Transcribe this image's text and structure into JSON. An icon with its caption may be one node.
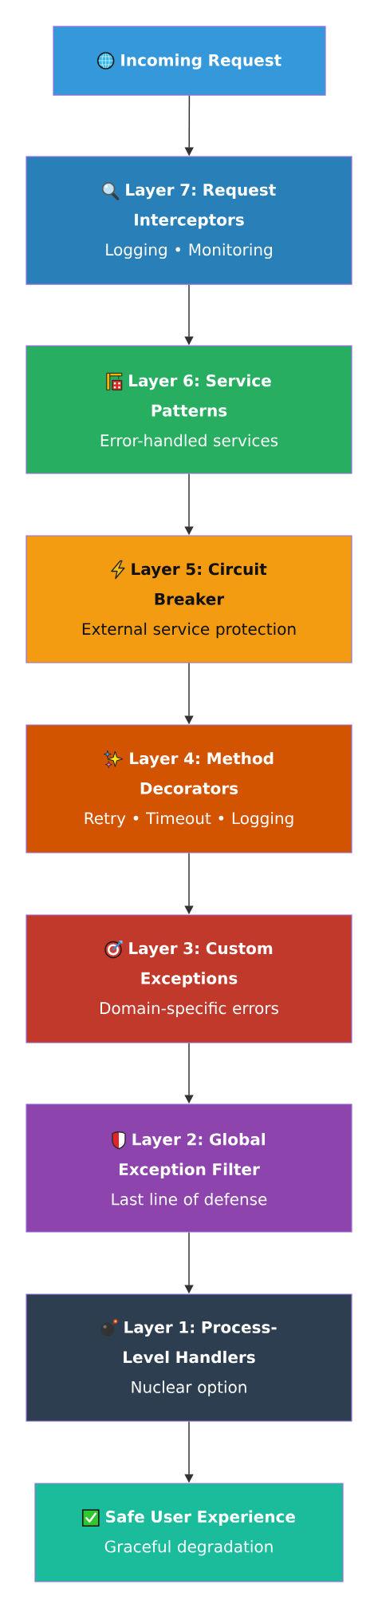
{
  "diagram": {
    "nodes": [
      {
        "text": [
          "Incoming Request"
        ]
      },
      {
        "text": [
          "Layer 7: Request Interceptors",
          "Logging • Monitoring"
        ]
      },
      {
        "text": [
          "Layer 6: Service Patterns",
          "Error-handled services"
        ]
      },
      {
        "text": [
          "Layer 5: Circuit Breaker",
          "External service protection"
        ]
      },
      {
        "text": [
          "Layer 4: Method Decorators",
          "Retry • Timeout • Logging"
        ]
      },
      {
        "text": [
          "Layer 3: Custom Exceptions",
          "Domain-specific errors"
        ]
      },
      {
        "text": [
          "Layer 2: Global Exception Filter",
          "Last line of defense"
        ]
      },
      {
        "text": [
          "Layer 1: Process-Level Handlers",
          "Nuclear option"
        ]
      },
      {
        "text": [
          "Safe User Experience",
          "Graceful degradation"
        ]
      }
    ],
    "edges": [
      {
        "from": 0,
        "to": 1,
        "arrow": "to"
      },
      {
        "from": 1,
        "to": 2,
        "arrow": "to"
      },
      {
        "from": 2,
        "to": 3,
        "arrow": "to"
      },
      {
        "from": 3,
        "to": 4,
        "arrow": "to"
      },
      {
        "from": 4,
        "to": 5,
        "arrow": "to"
      },
      {
        "from": 5,
        "to": 6,
        "arrow": "to"
      },
      {
        "from": 6,
        "to": 7,
        "arrow": "to"
      },
      {
        "from": 7,
        "to": 8,
        "arrow": "to"
      }
    ]
  }
}
